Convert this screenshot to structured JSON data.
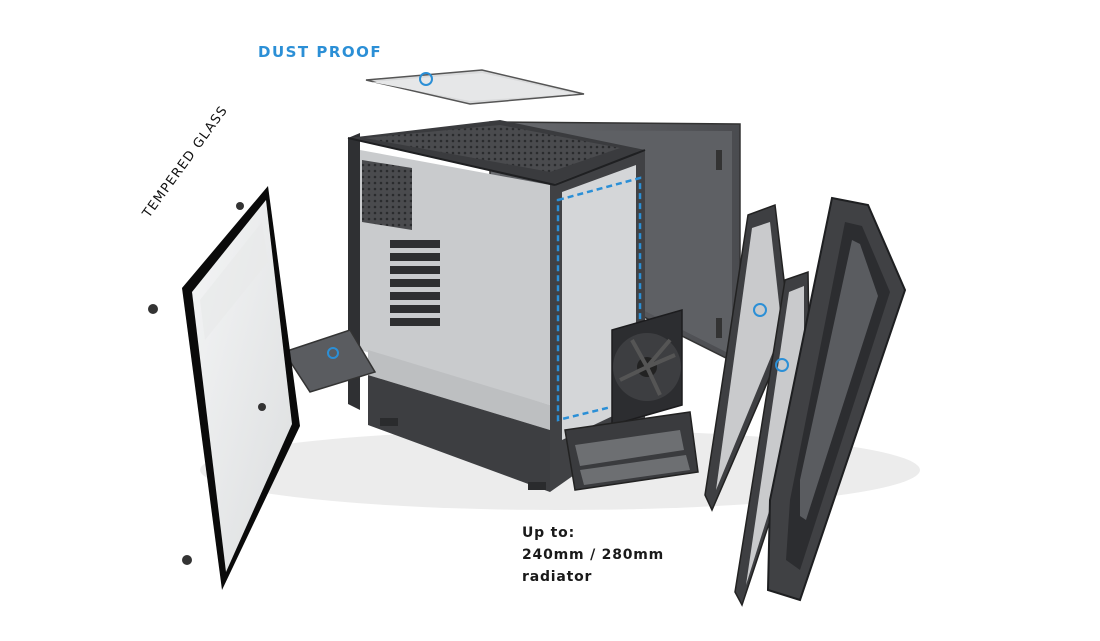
{
  "labels": {
    "dust_proof": "DUST PROOF",
    "tempered_glass": "TEMPERED GLASS",
    "radiator_line1": "Up to:",
    "radiator_line2": "240mm / 280mm",
    "radiator_line3": "radiator"
  },
  "colors": {
    "accent_blue": "#2b8fd6",
    "case_dark": "#3a3b3e",
    "case_mid": "#5a5c60",
    "background": "#ffffff"
  }
}
